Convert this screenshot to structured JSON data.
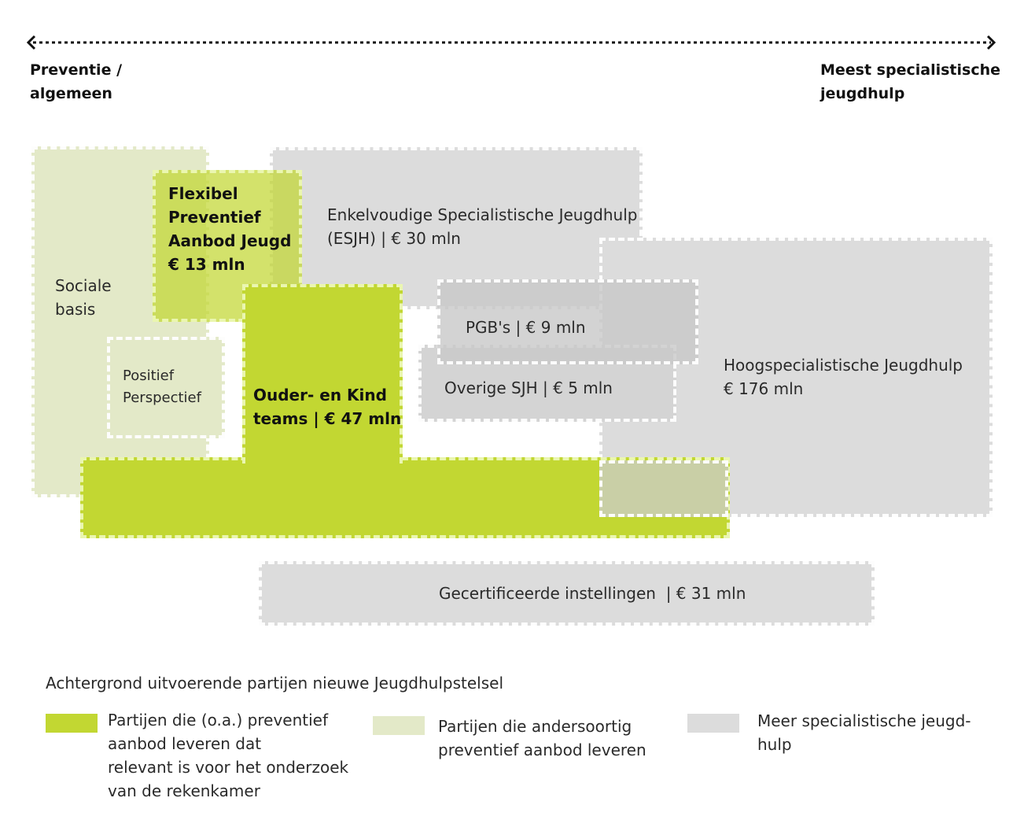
{
  "axis": {
    "left_label": "Preventie /\nalgemeen",
    "right_label": "Meest specialistische\njeugdhulp"
  },
  "colors": {
    "strong_green": "#c2d732",
    "light_green": "#e3e9c8",
    "grey": "#dcdcdc"
  },
  "blocks": {
    "sociale_basis": "Sociale\nbasis",
    "flexibel": "Flexibel\nPreventief\nAanbod Jeugd\n€ 13 mln",
    "positief": "Positief\nPerspectief",
    "ouder_kind": "Ouder- en Kind\nteams | € 47 mln",
    "esjh": "Enkelvoudige Specialistische Jeugdhulp\n(ESJH) | € 30 mln",
    "pgb": "PGB's | € 9 mln",
    "overige": "Overige SJH | € 5 mln",
    "hoog": "Hoogspecialistische Jeugdhulp\n€ 176 mln",
    "gecert": "Gecertificeerde instellingen  | € 31 mln"
  },
  "legend": {
    "title": "Achtergrond uitvoerende partijen nieuwe Jeugdhulpstelsel",
    "items": [
      {
        "label": "Partijen die (o.a.) preventief\naanbod leveren dat\nrelevant is voor het onderzoek\nvan de rekenkamer",
        "color": "#c2d732"
      },
      {
        "label": "Partijen die andersoortig\npreventief aanbod leveren",
        "color": "#e3e9c8"
      },
      {
        "label": "Meer specialistische jeugd-\nhulp",
        "color": "#dcdcdc"
      }
    ]
  }
}
